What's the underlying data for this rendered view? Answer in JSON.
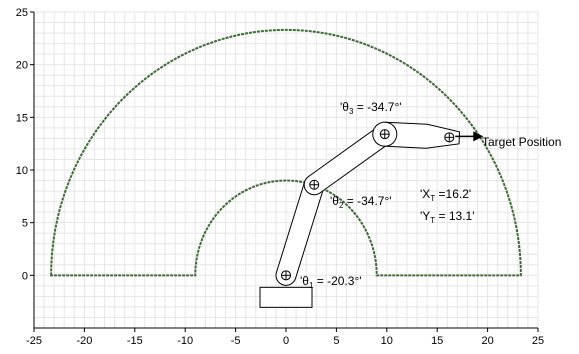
{
  "chart_data": {
    "type": "diagram",
    "xlim": [
      -25,
      25
    ],
    "ylim": [
      -5,
      25
    ],
    "xticks": [
      "-25",
      "-20",
      "-15",
      "-10",
      "-5",
      "0",
      "5",
      "10",
      "15",
      "20",
      "25"
    ],
    "yticks": [
      "0",
      "5",
      "10",
      "15",
      "20",
      "25"
    ],
    "grid": true,
    "workspace": {
      "outer_radius": 23.3,
      "inner_radius": 9.0,
      "color": "#3d6b35"
    },
    "base": {
      "x": 0,
      "y": 0
    },
    "joints": [
      {
        "x": 0.0,
        "y": 0.0
      },
      {
        "x": 2.8,
        "y": 8.6
      },
      {
        "x": 9.8,
        "y": 13.4
      },
      {
        "x": 16.2,
        "y": 13.1
      }
    ],
    "target": {
      "x": 16.2,
      "y": 13.1
    }
  },
  "labels": {
    "theta1": {
      "prefix": "'θ",
      "sub": "1",
      "value": " = -20.3°'"
    },
    "theta2": {
      "prefix": "'θ",
      "sub": "2",
      "value": " = -34.7°'"
    },
    "theta3": {
      "prefix": "'θ",
      "sub": "3",
      "value": " = -34.7°'"
    },
    "xt": {
      "prefix": "'X",
      "sub": "T",
      "value": " =16.2'"
    },
    "yt": {
      "prefix": "'Y",
      "sub": "T",
      "value": " = 13.1'"
    },
    "target": "Target Position"
  }
}
